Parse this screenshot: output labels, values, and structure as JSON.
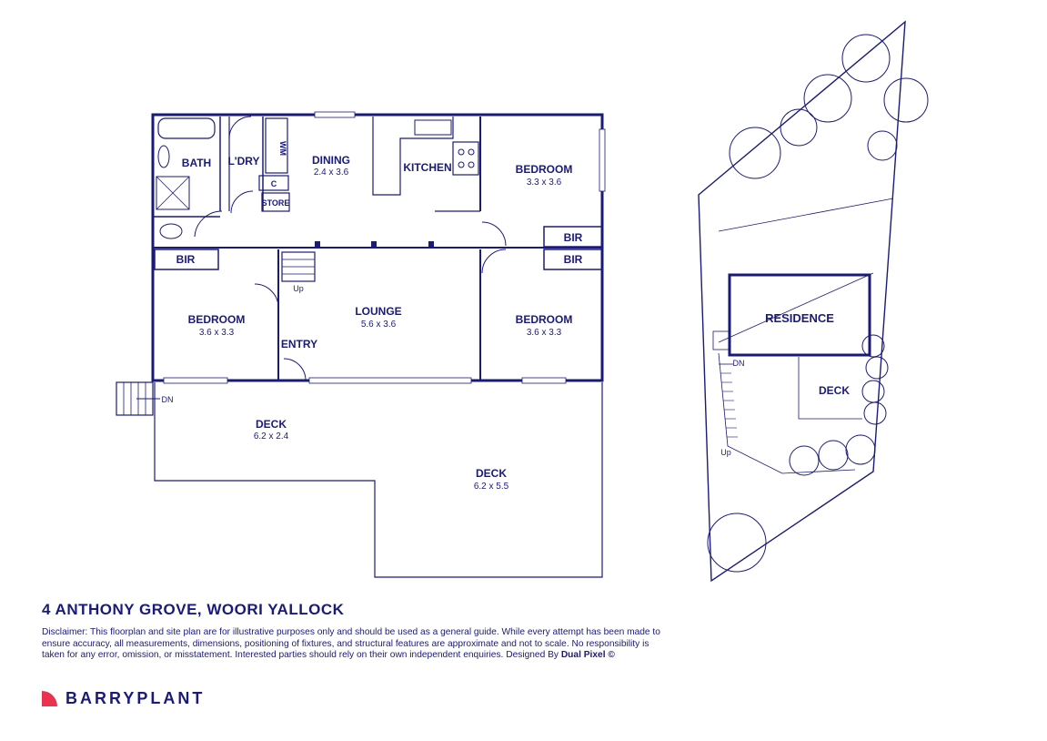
{
  "rooms": {
    "bath": "BATH",
    "laundry": "L'DRY",
    "wm": "WM",
    "cupboard": "C",
    "store": "STORE",
    "dining": "DINING",
    "dining_dim": "2.4 x 3.6",
    "kitchen": "KITCHEN",
    "bedroom_ne": "BEDROOM",
    "bedroom_ne_dim": "3.3 x 3.6",
    "bir_ne_1": "BIR",
    "bir_ne_2": "BIR",
    "bir_w": "BIR",
    "lounge": "LOUNGE",
    "lounge_dim": "5.6 x 3.6",
    "bedroom_w": "BEDROOM",
    "bedroom_w_dim": "3.6 x 3.3",
    "bedroom_e": "BEDROOM",
    "bedroom_e_dim": "3.6 x 3.3",
    "entry": "ENTRY",
    "up": "Up",
    "dn": "DN",
    "deck_front": "DECK",
    "deck_front_dim": "6.2 x 2.4",
    "deck_side": "DECK",
    "deck_side_dim": "6.2 x 5.5"
  },
  "site": {
    "residence": "RESIDENCE",
    "deck": "DECK",
    "dn": "DN",
    "up": "Up"
  },
  "footer": {
    "address": "4 ANTHONY GROVE, WOORI YALLOCK",
    "disclaimer": "Disclaimer: This floorplan and site plan are for illustrative purposes only and should be used as a general guide. While every attempt has been made to ensure accuracy, all measurements, dimensions, positioning of fixtures, and structural features are approximate and not to scale. No responsibility is taken for any error, omission, or misstatement. Interested parties should rely on their own independent enquiries. Designed By",
    "designer": "Dual Pixel ©",
    "brand": "BARRYPLANT"
  },
  "colors": {
    "line": "#1a1a7a",
    "brand_red": "#e8344e"
  }
}
